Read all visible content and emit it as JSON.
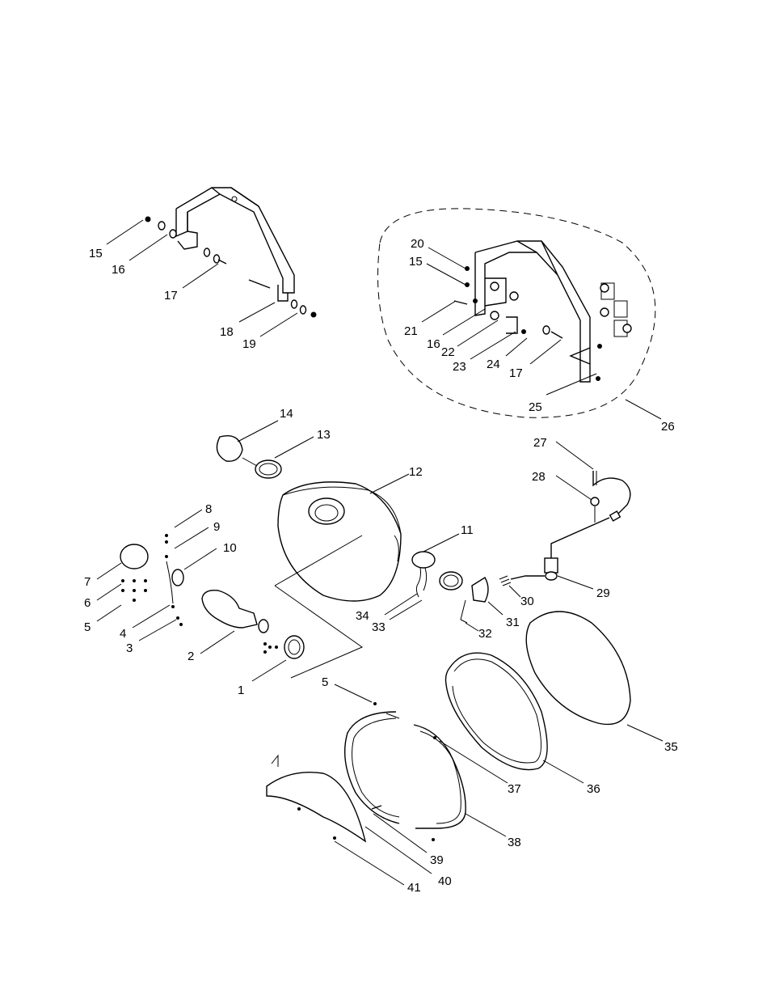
{
  "callouts": [
    {
      "id": "c15a",
      "text": "15"
    },
    {
      "id": "c16a",
      "text": "16"
    },
    {
      "id": "c17a",
      "text": "17"
    },
    {
      "id": "c18",
      "text": "18"
    },
    {
      "id": "c19",
      "text": "19"
    },
    {
      "id": "c20",
      "text": "20"
    },
    {
      "id": "c15b",
      "text": "15"
    },
    {
      "id": "c21",
      "text": "21"
    },
    {
      "id": "c16b",
      "text": "16"
    },
    {
      "id": "c22",
      "text": "22"
    },
    {
      "id": "c23",
      "text": "23"
    },
    {
      "id": "c24",
      "text": "24"
    },
    {
      "id": "c17b",
      "text": "17"
    },
    {
      "id": "c25",
      "text": "25"
    },
    {
      "id": "c26",
      "text": "26"
    },
    {
      "id": "c14",
      "text": "14"
    },
    {
      "id": "c13",
      "text": "13"
    },
    {
      "id": "c12",
      "text": "12"
    },
    {
      "id": "c11",
      "text": "11"
    },
    {
      "id": "c27",
      "text": "27"
    },
    {
      "id": "c28",
      "text": "28"
    },
    {
      "id": "c29",
      "text": "29"
    },
    {
      "id": "c30",
      "text": "30"
    },
    {
      "id": "c31",
      "text": "31"
    },
    {
      "id": "c32",
      "text": "32"
    },
    {
      "id": "c33",
      "text": "33"
    },
    {
      "id": "c34",
      "text": "34"
    },
    {
      "id": "c8",
      "text": "8"
    },
    {
      "id": "c9",
      "text": "9"
    },
    {
      "id": "c10",
      "text": "10"
    },
    {
      "id": "c7",
      "text": "7"
    },
    {
      "id": "c6",
      "text": "6"
    },
    {
      "id": "c5a",
      "text": "5"
    },
    {
      "id": "c4",
      "text": "4"
    },
    {
      "id": "c3",
      "text": "3"
    },
    {
      "id": "c2",
      "text": "2"
    },
    {
      "id": "c1",
      "text": "1"
    },
    {
      "id": "c5b",
      "text": "5"
    },
    {
      "id": "c35",
      "text": "35"
    },
    {
      "id": "c36",
      "text": "36"
    },
    {
      "id": "c37",
      "text": "37"
    },
    {
      "id": "c38",
      "text": "38"
    },
    {
      "id": "c39",
      "text": "39"
    },
    {
      "id": "c40",
      "text": "40"
    },
    {
      "id": "c41",
      "text": "41"
    }
  ]
}
